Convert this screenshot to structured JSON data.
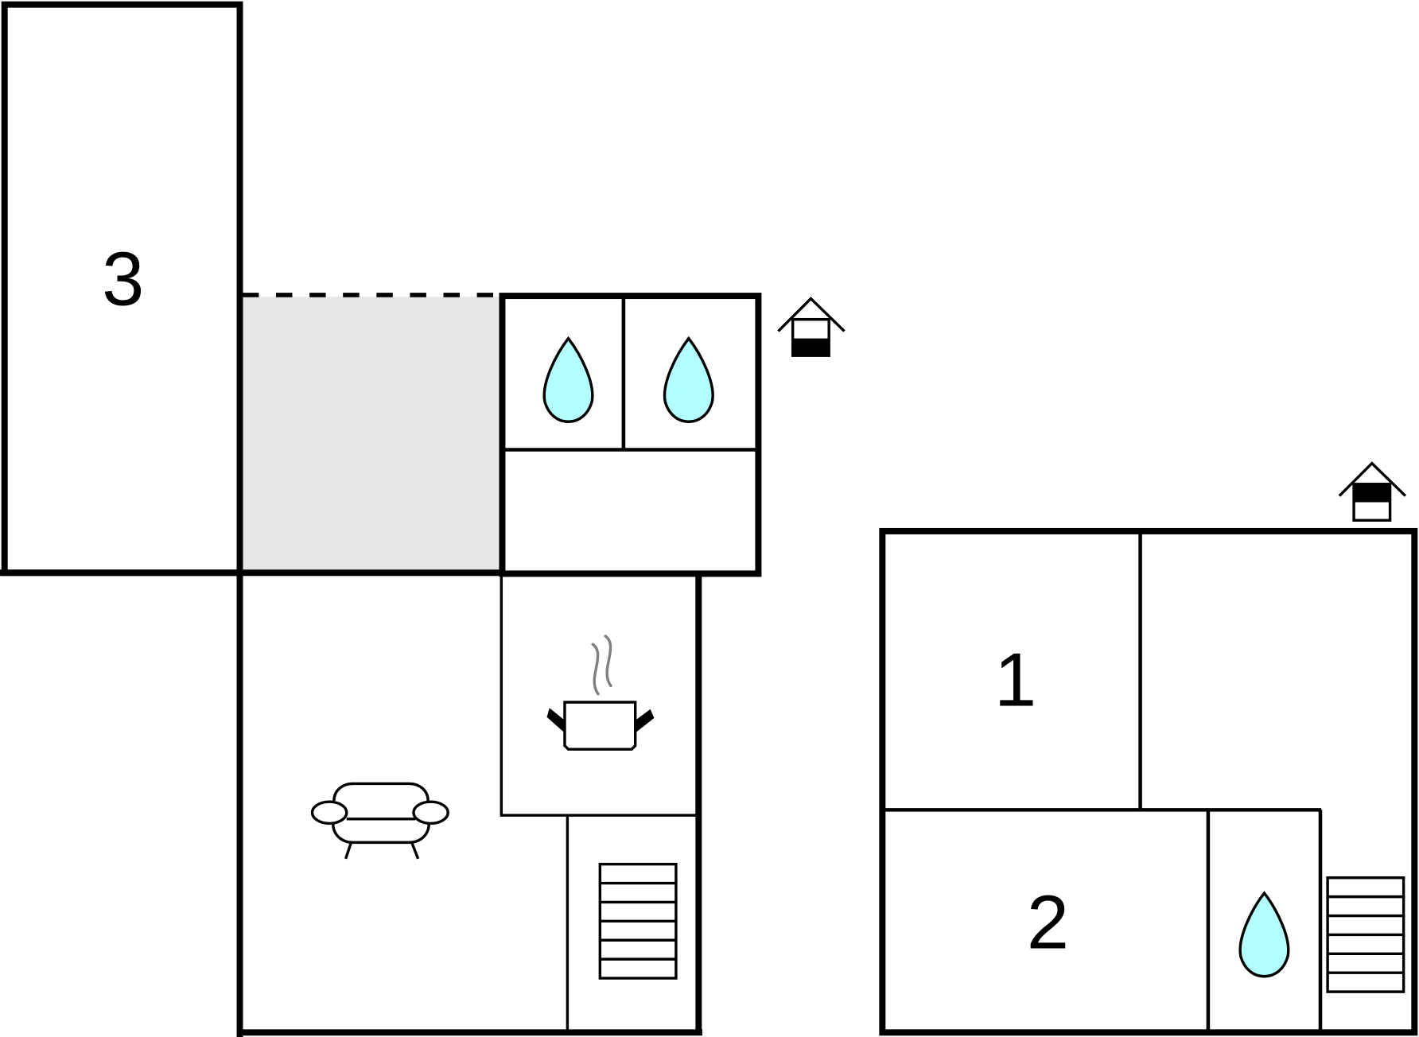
{
  "floorplan": {
    "rooms": [
      {
        "label": "1"
      },
      {
        "label": "2"
      },
      {
        "label": "3"
      }
    ],
    "icons": [
      "water-drop-icon",
      "stove-pot-icon",
      "sofa-icon",
      "stairs-icon",
      "entrance-icon"
    ],
    "colors": {
      "wall": "#000000",
      "terrace": "#e6e6e6",
      "water": "#b3ffff",
      "steam": "#808080"
    }
  }
}
